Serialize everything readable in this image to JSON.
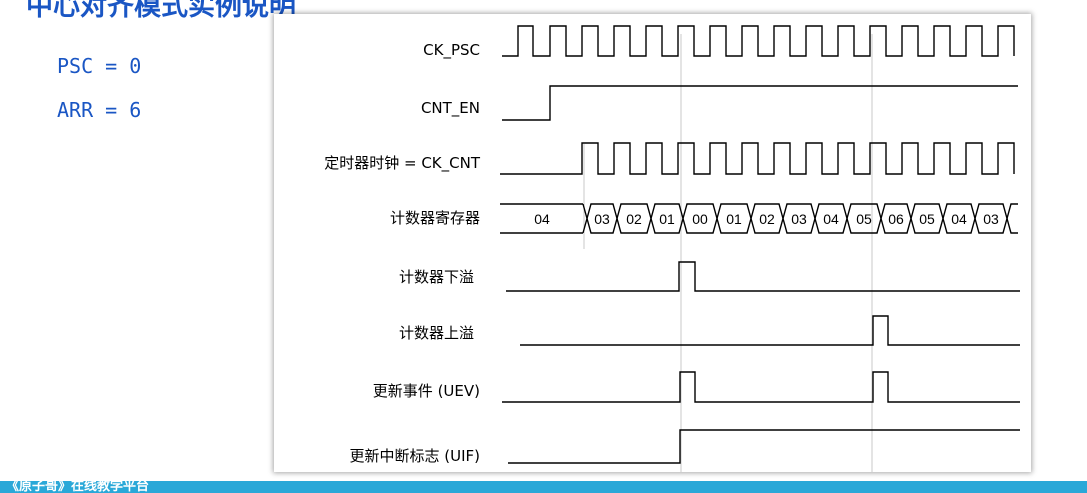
{
  "title": "中心对齐模式实例说明",
  "params": {
    "psc": "PSC = 0",
    "arr": "ARR = 6"
  },
  "signals": {
    "ck_psc": "CK_PSC",
    "cnt_en": "CNT_EN",
    "ck_cnt": "定时器时钟 = CK_CNT",
    "counter": "计数器寄存器",
    "underflow": "计数器下溢",
    "overflow": "计数器上溢",
    "uev": "更新事件 (UEV)",
    "uif": "更新中断标志 (UIF)"
  },
  "counter_values": [
    "04",
    "03",
    "02",
    "01",
    "00",
    "01",
    "02",
    "03",
    "04",
    "05",
    "06",
    "05",
    "04",
    "03"
  ],
  "footer": {
    "text": "《原子哥》在线教学平台"
  }
}
